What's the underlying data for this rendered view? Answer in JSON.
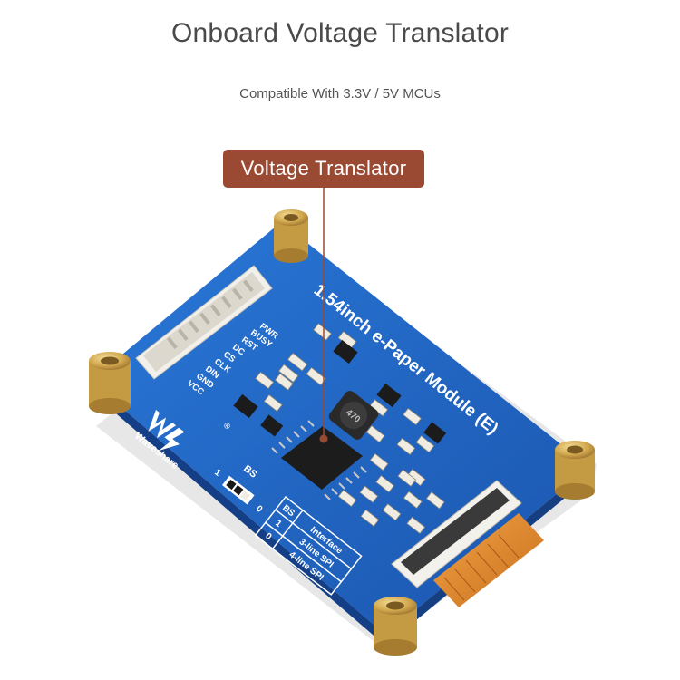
{
  "header": {
    "title": "Onboard Voltage Translator",
    "subtitle": "Compatible With 3.3V / 5V MCUs"
  },
  "callout": {
    "label": "Voltage Translator",
    "color": "#9a4a32"
  },
  "board": {
    "name": "1.54inch e-Paper Module (E)",
    "brand": "Waveshare",
    "pin_labels": [
      "PWR",
      "BUSY",
      "RST",
      "DC",
      "CS",
      "CLK",
      "DIN",
      "GND",
      "VCC"
    ],
    "bs_label": "BS",
    "bs_switch_left": "1",
    "bs_switch_right": "0",
    "inductor_marking": "470",
    "colors": {
      "pcb": "#1f64c4",
      "standoff": "#d6b25a"
    },
    "bs_table": {
      "headers": [
        "BS",
        "Interface"
      ],
      "rows": [
        [
          "1",
          "3-line SPI"
        ],
        [
          "0",
          "4-line SPI"
        ]
      ]
    }
  }
}
